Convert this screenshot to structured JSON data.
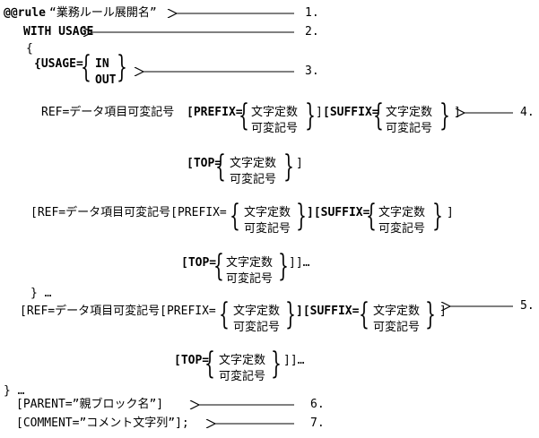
{
  "syntax": {
    "line1": {
      "keyword": "@@rule",
      "name": "“業務ルール展開名”"
    },
    "line2": "WITH USAGE",
    "open_brace": "{",
    "usage": {
      "prefix": "{USAGE=",
      "opt_in": "IN",
      "opt_out": "OUT"
    },
    "ref_block_1": {
      "ref": "REF=データ項目可変記号",
      "prefix": "[PREFIX=",
      "opt_const": "文字定数",
      "opt_var": "可変記号",
      "prefix_close": "]",
      "suffix": "[SUFFIX=",
      "suffix_const": "文字定数",
      "suffix_var": "可変記号",
      "suffix_close": "]",
      "top": "[TOP=",
      "top_const": "文字定数",
      "top_var": "可変記号",
      "top_close": "]"
    },
    "ref_block_2": {
      "ref": "[REF=データ項目可変記号[PREFIX=",
      "opt_const": "文字定数",
      "opt_var": "可変記号",
      "suffix": "][SUFFIX=",
      "suffix_const": "文字定数",
      "suffix_var": "可変記号",
      "suffix_close": "]",
      "top": "[TOP=",
      "top_const": "文字定数",
      "top_var": "可変記号",
      "top_close": "]]…"
    },
    "close_usage": "} …",
    "ref_block_3": {
      "ref": "[REF=データ項目可変記号[PREFIX=",
      "opt_const": "文字定数",
      "opt_var": "可変記号",
      "suffix": "][SUFFIX=",
      "suffix_const": "文字定数",
      "suffix_var": "可変記号",
      "suffix_close": "]",
      "top": "[TOP=",
      "top_const": "文字定数",
      "top_var": "可変記号",
      "top_close": "]]…"
    },
    "close_all": "} …",
    "parent": "[PARENT=”親ブロック名”]",
    "comment": "[COMMENT=”コメント文字列”];"
  },
  "callouts": [
    "1.",
    "2.",
    "3.",
    "4.",
    "5.",
    "6.",
    "7."
  ]
}
